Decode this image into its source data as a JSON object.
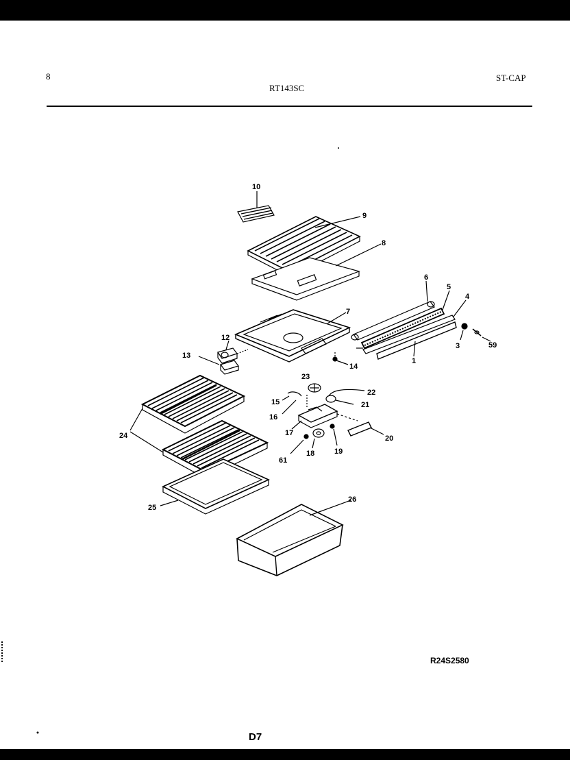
{
  "header": {
    "page_number": "8",
    "model": "RT143SC",
    "section": "ST-CAP"
  },
  "footer": {
    "reference_code": "R24S2580",
    "page_code": "D7"
  },
  "callouts": [
    "10",
    "9",
    "8",
    "6",
    "5",
    "4",
    "7",
    "12",
    "13",
    "14",
    "3",
    "59",
    "1",
    "23",
    "22",
    "15",
    "21",
    "16",
    "17",
    "20",
    "61",
    "18",
    "19",
    "24",
    "25",
    "26"
  ]
}
